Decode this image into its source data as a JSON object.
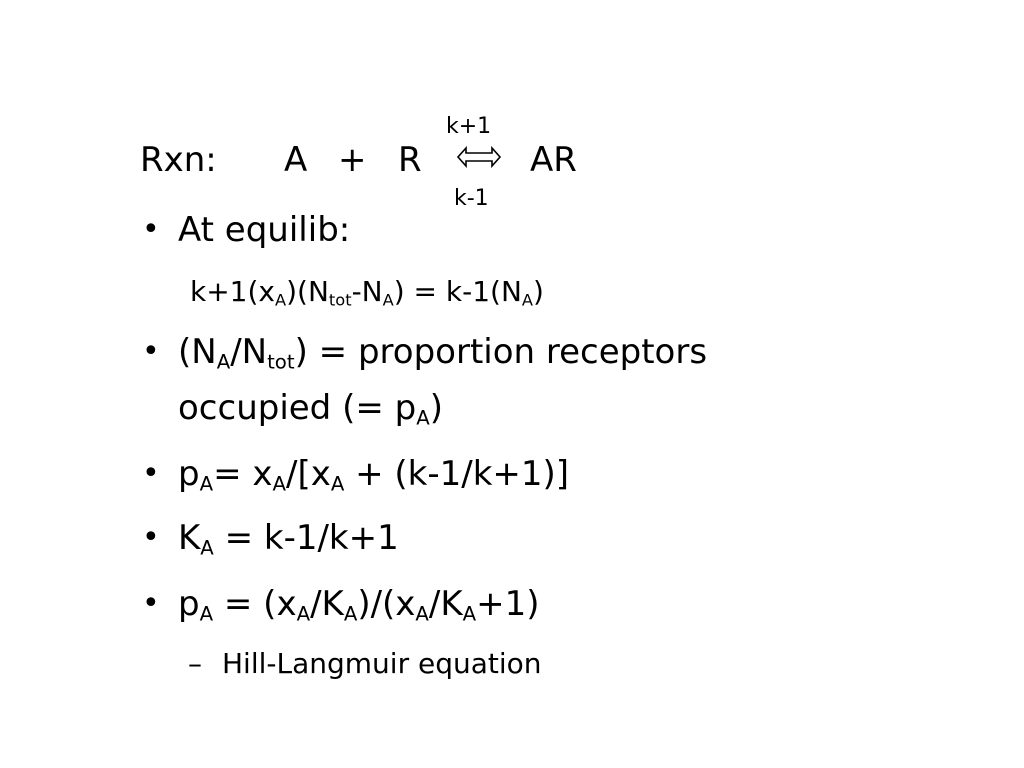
{
  "slide": {
    "reaction": {
      "label": "Rxn:",
      "reactant_a": "A",
      "plus": "+",
      "reactant_r": "R",
      "arrow_icon": "double-arrow-icon",
      "forward_rate": "k+1",
      "reverse_rate": "k-1",
      "product": "AR"
    },
    "bullets": [
      {
        "marker": "•",
        "text": "At equilib:"
      },
      {
        "equation": {
          "p1": "k+1(x",
          "s1": "A",
          "p2": ")(N",
          "s2": "tot",
          "p3": "-N",
          "s3": "A",
          "p4": ") = k-1(N",
          "s4": "A",
          "p5": ")"
        }
      },
      {
        "marker": "•",
        "line1": {
          "p1": "(N",
          "s1": "A",
          "p2": "/N",
          "s2": "tot",
          "p3": ") = proportion receptors"
        },
        "line2": {
          "p1": "occupied (= p",
          "s1": "A",
          "p2": ")"
        }
      },
      {
        "marker": "•",
        "p1": "p",
        "s1": "A",
        "p2": "= x",
        "s2": "A",
        "p3": "/[x",
        "s3": "A",
        "p4": " + (k-1/k+1)]"
      },
      {
        "marker": "•",
        "p1": "K",
        "s1": "A",
        "p2": " = k-1/k+1"
      },
      {
        "marker": "•",
        "p1": "p",
        "s1": "A",
        "p2": " = (x",
        "s2": "A",
        "p3": "/K",
        "s3": "A",
        "p4": ")/(x",
        "s4": "A",
        "p5": "/K",
        "s5": "A",
        "p6": "+1)"
      },
      {
        "marker": "–",
        "text": "Hill-Langmuir equation"
      }
    ]
  }
}
